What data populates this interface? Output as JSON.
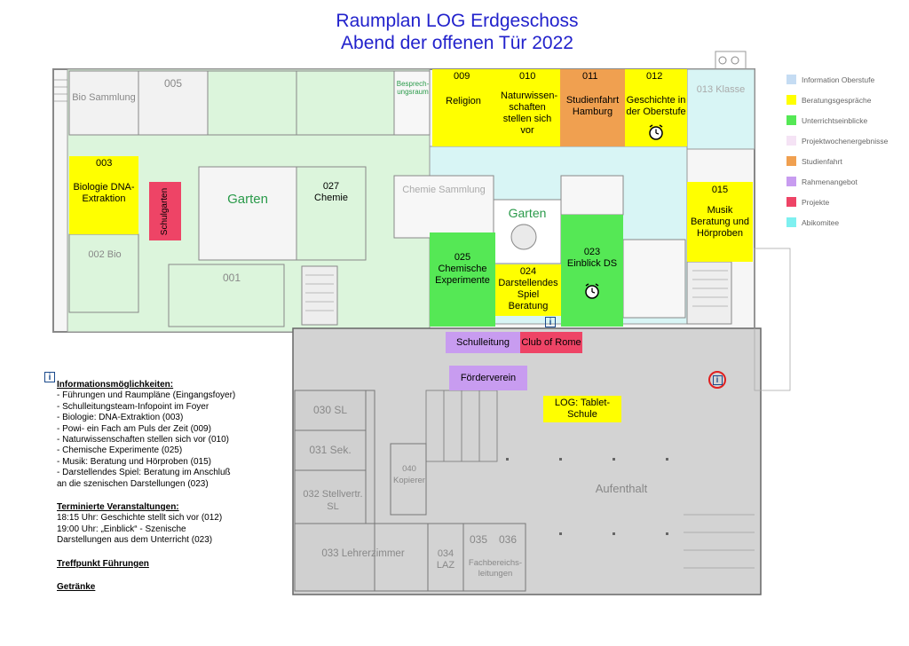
{
  "title": {
    "line1": "Raumplan LOG Erdgeschoss",
    "line2": "Abend der offenen Tür 2022"
  },
  "colors": {
    "information_oberstufe": "#c5dcf3",
    "beratungsgespraeche": "#ffff00",
    "unterrichtseinblicke": "#55e855",
    "projektwochenergebnisse": "#f5e3f5",
    "studienfahrt": "#f0a050",
    "rahmenangebot": "#c89cf0",
    "projekte": "#ee4466",
    "abikomitee": "#bff3f3",
    "wing_green": "#dcf5dc",
    "wing_cyan": "#d8f5f5",
    "hall_grey": "#d3d3d3"
  },
  "legend": [
    {
      "label": "Information Oberstufe",
      "color": "#c5dcf3"
    },
    {
      "label": "Beratungsgespräche",
      "color": "#ffff00"
    },
    {
      "label": "Unterrichtseinblicke",
      "color": "#55e855"
    },
    {
      "label": "Projektwochenergebnisse",
      "color": "#f5e3f5"
    },
    {
      "label": "Studienfahrt",
      "color": "#f0a050"
    },
    {
      "label": "Rahmenangebot",
      "color": "#c89cf0"
    },
    {
      "label": "Projekte",
      "color": "#ee4466"
    },
    {
      "label": "Abikomitee",
      "color": "#7ef0f0"
    }
  ],
  "rooms": {
    "bio_sammlung": "Bio Sammlung",
    "r005": "005",
    "besprech": "Besprech-ungsraum",
    "r009_num": "009",
    "r009_label": "Religion",
    "r010_num": "010",
    "r010_label": "Naturwissen-schaften stellen sich vor",
    "r011_num": "011",
    "r011_label": "Studienfahrt Hamburg",
    "r012_num": "012",
    "r012_label": "Geschichte in der Oberstufe",
    "r013": "013 Klasse",
    "r003_num": "003",
    "r003_label": "Biologie DNA-Extraktion",
    "schulgarten": "Schulgarten",
    "garten1": "Garten",
    "r027_num": "027",
    "r027_label": "Chemie",
    "chemie_sammlung": "Chemie Sammlung",
    "garten2": "Garten",
    "r015_num": "015",
    "r015_label": "Musik Beratung und Hörproben",
    "r002": "002 Bio",
    "r001": "001",
    "r025_num": "025",
    "r025_label": "Chemische Experimente",
    "r024_num": "024",
    "r024_label": "Darstellendes Spiel Beratung",
    "r023_num": "023",
    "r023_label": "Einblick DS",
    "schulleitung": "Schulleitung",
    "club_of_rome": "Club of Rome",
    "foerderverein": "Förderverein",
    "log_tablet": "LOG: Tablet-Schule",
    "r030": "030 SL",
    "r031": "031 Sek.",
    "r032": "032 Stellvertr. SL",
    "r040": "040 Kopierer",
    "r033": "033 Lehrerzimmer",
    "r034": "034 LAZ",
    "r035": "035",
    "r036": "036",
    "fachbereichsleitungen": "Fachbereichs-leitungen",
    "aufenthalt": "Aufenthalt"
  },
  "info_icon": "i",
  "info": {
    "heading": "Informationsmöglichkeiten:",
    "items": [
      "- Führungen und Raumpläne (Eingangsfoyer)",
      "- Schulleitungsteam-Infopoint im Foyer",
      "- Biologie: DNA-Extraktion (003)",
      "- Powi- ein Fach am Puls der Zeit (009)",
      "- Naturwissenschaften stellen sich vor (010)",
      "- Chemische Experimente (025)",
      "- Musik: Beratung und Hörproben  (015)",
      "- Darstellendes Spiel: Beratung im Anschluß",
      "an die szenischen Darstellungen (023)"
    ],
    "events_heading": "Terminierte Veranstaltungen:",
    "events": [
      "18:15 Uhr: Geschichte stellt sich vor (012)",
      "19:00 Uhr: „Einblick“ - Szenische",
      "Darstellungen aus dem Unterricht (023)"
    ],
    "treffpunkt": "Treffpunkt Führungen",
    "getraenke": "Getränke"
  }
}
